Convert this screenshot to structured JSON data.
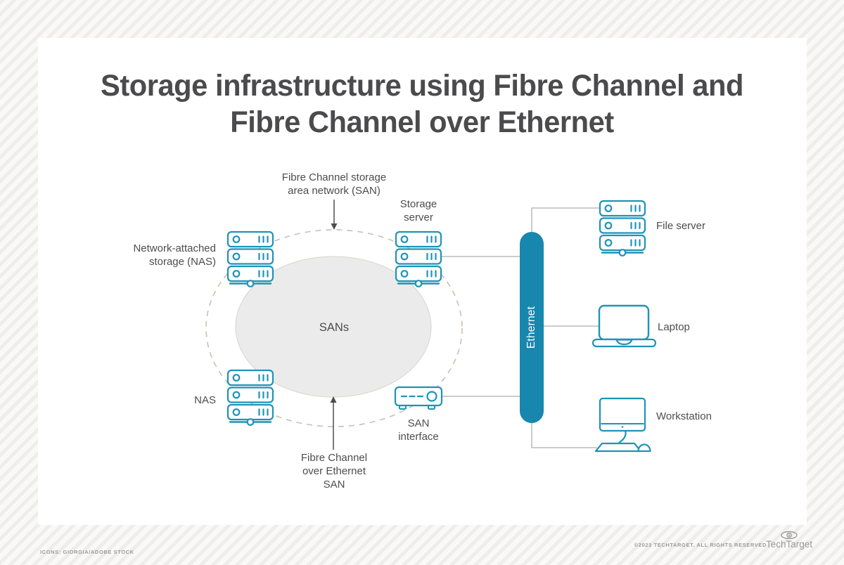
{
  "title": "Storage infrastructure using Fibre Channel and Fibre Channel over Ethernet",
  "colors": {
    "accent_teal": "#1787ad",
    "icon_stroke": "#1e93b8",
    "dashed_ring": "#c9c0b4",
    "sans_ellipse_fill": "#ebebeb",
    "connector_gray": "#aeaeae",
    "label_text": "#4d4d4d",
    "stripe_gray": "#ededec"
  },
  "diagram": {
    "labels": {
      "fc_san": "Fibre Channel storage area network (SAN)",
      "storage_server": "Storage server",
      "nas_full": "Network-attached storage (NAS)",
      "nas_short": "NAS",
      "sans": "SANs",
      "san_interface": "SAN interface",
      "fcoe_san": "Fibre Channel over Ethernet SAN",
      "ethernet": "Ethernet",
      "file_server": "File server",
      "laptop": "Laptop",
      "workstation": "Workstation"
    },
    "icons": {
      "nas_top": "server-stack-icon",
      "storage_server": "server-stack-icon",
      "nas_bottom": "server-stack-icon",
      "file_server": "server-stack-icon",
      "san_interface": "san-interface-box-icon",
      "laptop": "laptop-icon",
      "workstation": "workstation-icon",
      "ethernet_bus": "ethernet-bus-bar",
      "brand": "eye-icon"
    }
  },
  "footer": {
    "credit": "ICONS: GIORGIA/ADOBE STOCK",
    "copyright": "©2023 TECHTARGET. ALL RIGHTS RESERVED",
    "brand": "TechTarget"
  }
}
